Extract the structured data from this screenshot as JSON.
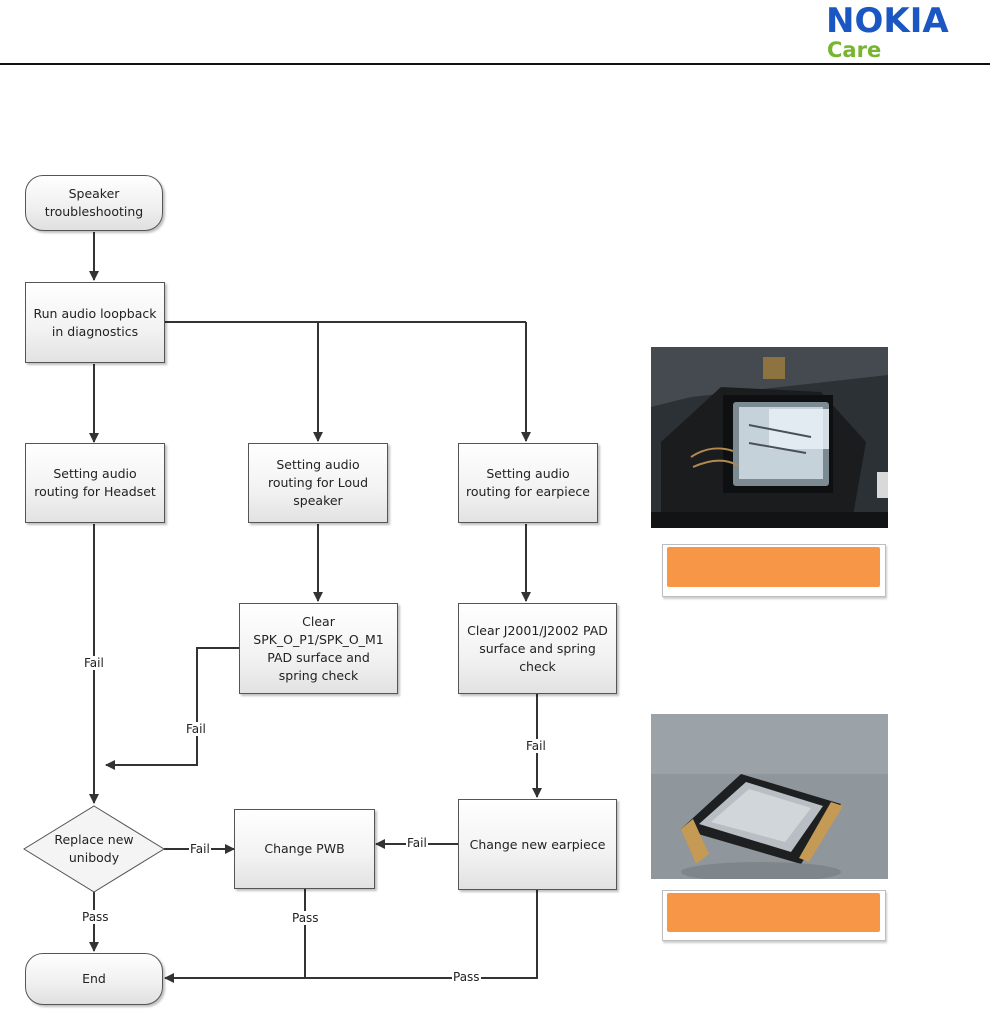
{
  "header": {
    "brand": "NOKIA",
    "brand_sub": "Care"
  },
  "flowchart": {
    "nodes": {
      "start": "Speaker troubleshooting",
      "loopback": "Run audio loopback in diagnostics",
      "route_headset": "Setting audio routing for Headset",
      "route_loud": "Setting audio routing for Loud speaker",
      "route_earpiece": "Setting audio routing for earpiece",
      "clear_spk": "Clear SPK_O_P1/SPK_O_M1 PAD surface and spring check",
      "clear_j2001": "Clear J2001/J2002 PAD surface and spring check",
      "replace_unibody": "Replace new unibody",
      "change_pwb": "Change PWB",
      "change_earpiece": "Change new earpiece",
      "end": "End"
    },
    "edge_labels": {
      "headset_fail": "Fail",
      "clear_spk_fail": "Fail",
      "clear_j2001_fail": "Fail",
      "earpiece_to_pwb": "Fail",
      "unibody_to_pwb": "Fail",
      "unibody_pass": "Pass",
      "pwb_pass": "Pass",
      "earpiece_pass": "Pass"
    }
  },
  "photos": [
    {
      "subject": "loudspeaker-in-housing",
      "caption": ""
    },
    {
      "subject": "earpiece-component",
      "caption": ""
    }
  ],
  "colors": {
    "brand_blue": "#1b57c2",
    "brand_green": "#77b52f",
    "caption_orange": "#f79646",
    "line": "#333333"
  }
}
